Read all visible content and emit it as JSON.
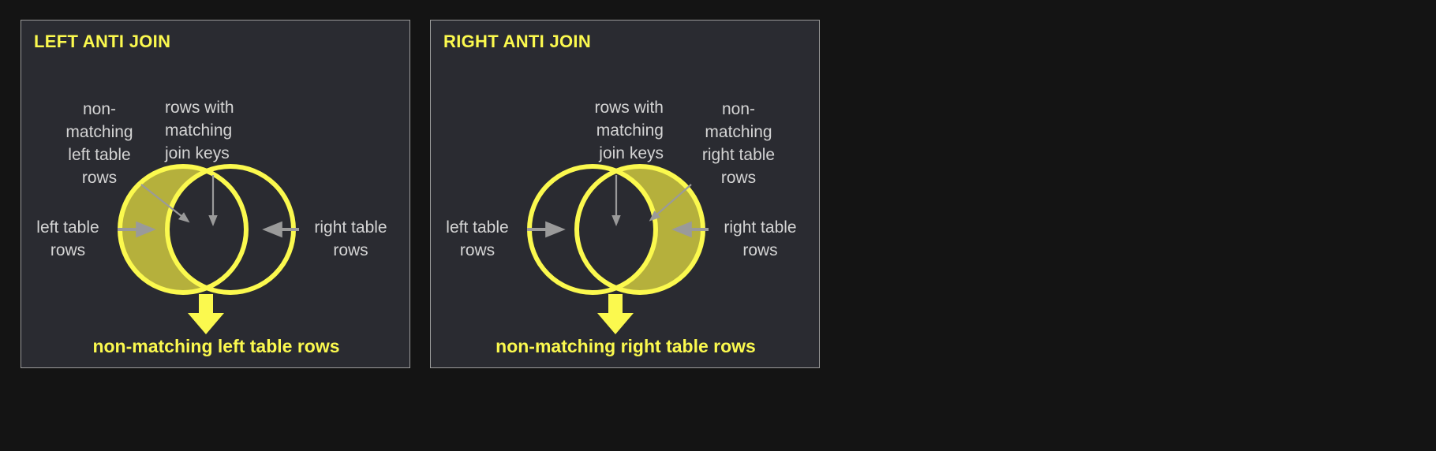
{
  "page": {
    "background_color": "#141414",
    "panel_background": "#2a2b31",
    "panel_border_color": "#9b9b9b",
    "accent_yellow": "#fbf94e",
    "fill_olive": "#b5b03c",
    "label_gray": "#d4d4d4",
    "leader_gray": "#9a9a9a"
  },
  "panels": [
    {
      "id": "left-anti-join",
      "title": "LEFT ANTI JOIN",
      "annotations": {
        "non_matching": "non-\nmatching\nleft table\nrows",
        "matching_keys": "rows with\nmatching\njoin keys",
        "left_table": "left table\nrows",
        "right_table": "right table\nrows"
      },
      "caption": "non-matching left table rows",
      "filled_side": "left"
    },
    {
      "id": "right-anti-join",
      "title": "RIGHT ANTI JOIN",
      "annotations": {
        "matching_keys": "rows with\nmatching\njoin keys",
        "non_matching": "non-\nmatching\nright table\nrows",
        "left_table": "left table\nrows",
        "right_table": "right table\nrows"
      },
      "caption": "non-matching right table rows",
      "filled_side": "right"
    }
  ]
}
